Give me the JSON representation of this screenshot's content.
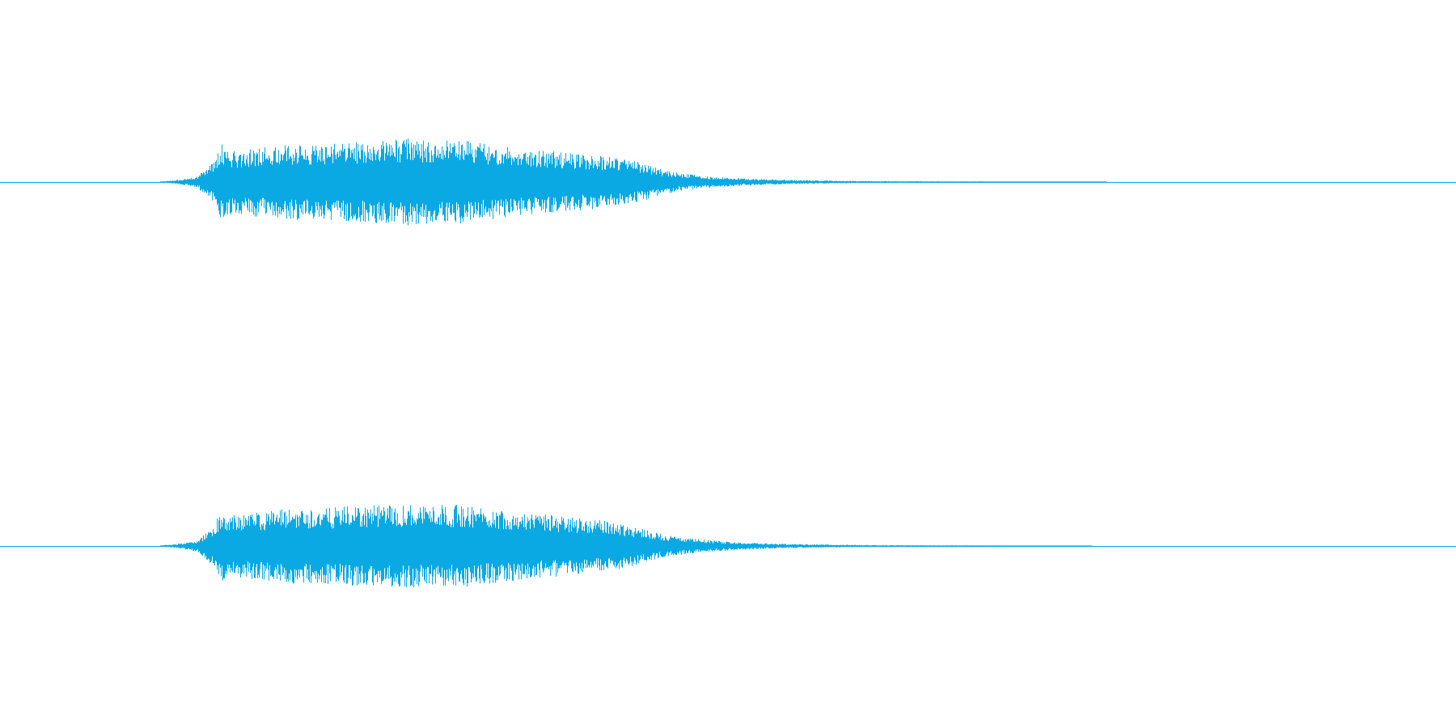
{
  "waveform": {
    "color": "#0aa9e3",
    "background": "#ffffff",
    "channel_count": 2,
    "channels": [
      {
        "name": "",
        "envelope": [
          [
            0.11,
            0.003
          ],
          [
            0.12,
            0.01
          ],
          [
            0.135,
            0.03
          ],
          [
            0.146,
            0.11
          ],
          [
            0.152,
            0.21
          ],
          [
            0.16,
            0.17
          ],
          [
            0.175,
            0.19
          ],
          [
            0.19,
            0.2
          ],
          [
            0.205,
            0.21
          ],
          [
            0.22,
            0.205
          ],
          [
            0.24,
            0.22
          ],
          [
            0.26,
            0.23
          ],
          [
            0.28,
            0.24
          ],
          [
            0.3,
            0.24
          ],
          [
            0.32,
            0.225
          ],
          [
            0.34,
            0.205
          ],
          [
            0.36,
            0.185
          ],
          [
            0.38,
            0.17
          ],
          [
            0.4,
            0.155
          ],
          [
            0.42,
            0.14
          ],
          [
            0.44,
            0.11
          ],
          [
            0.455,
            0.07
          ],
          [
            0.47,
            0.045
          ],
          [
            0.49,
            0.03
          ],
          [
            0.51,
            0.02
          ],
          [
            0.54,
            0.012
          ],
          [
            0.57,
            0.008
          ],
          [
            0.6,
            0.005
          ],
          [
            0.64,
            0.004
          ],
          [
            0.68,
            0.003
          ],
          [
            0.72,
            0.002
          ],
          [
            0.75,
            0.001
          ],
          [
            0.76,
            0.0
          ]
        ]
      },
      {
        "name": "",
        "envelope": [
          [
            0.11,
            0.003
          ],
          [
            0.12,
            0.01
          ],
          [
            0.135,
            0.03
          ],
          [
            0.146,
            0.11
          ],
          [
            0.152,
            0.2
          ],
          [
            0.16,
            0.17
          ],
          [
            0.175,
            0.185
          ],
          [
            0.19,
            0.2
          ],
          [
            0.205,
            0.21
          ],
          [
            0.22,
            0.205
          ],
          [
            0.24,
            0.22
          ],
          [
            0.26,
            0.225
          ],
          [
            0.28,
            0.23
          ],
          [
            0.3,
            0.23
          ],
          [
            0.32,
            0.225
          ],
          [
            0.34,
            0.205
          ],
          [
            0.36,
            0.185
          ],
          [
            0.38,
            0.17
          ],
          [
            0.4,
            0.155
          ],
          [
            0.42,
            0.135
          ],
          [
            0.44,
            0.1
          ],
          [
            0.455,
            0.065
          ],
          [
            0.47,
            0.045
          ],
          [
            0.49,
            0.03
          ],
          [
            0.51,
            0.02
          ],
          [
            0.54,
            0.012
          ],
          [
            0.57,
            0.008
          ],
          [
            0.6,
            0.005
          ],
          [
            0.64,
            0.004
          ],
          [
            0.68,
            0.003
          ],
          [
            0.72,
            0.002
          ],
          [
            0.74,
            0.001
          ],
          [
            0.75,
            0.0
          ]
        ]
      }
    ]
  }
}
